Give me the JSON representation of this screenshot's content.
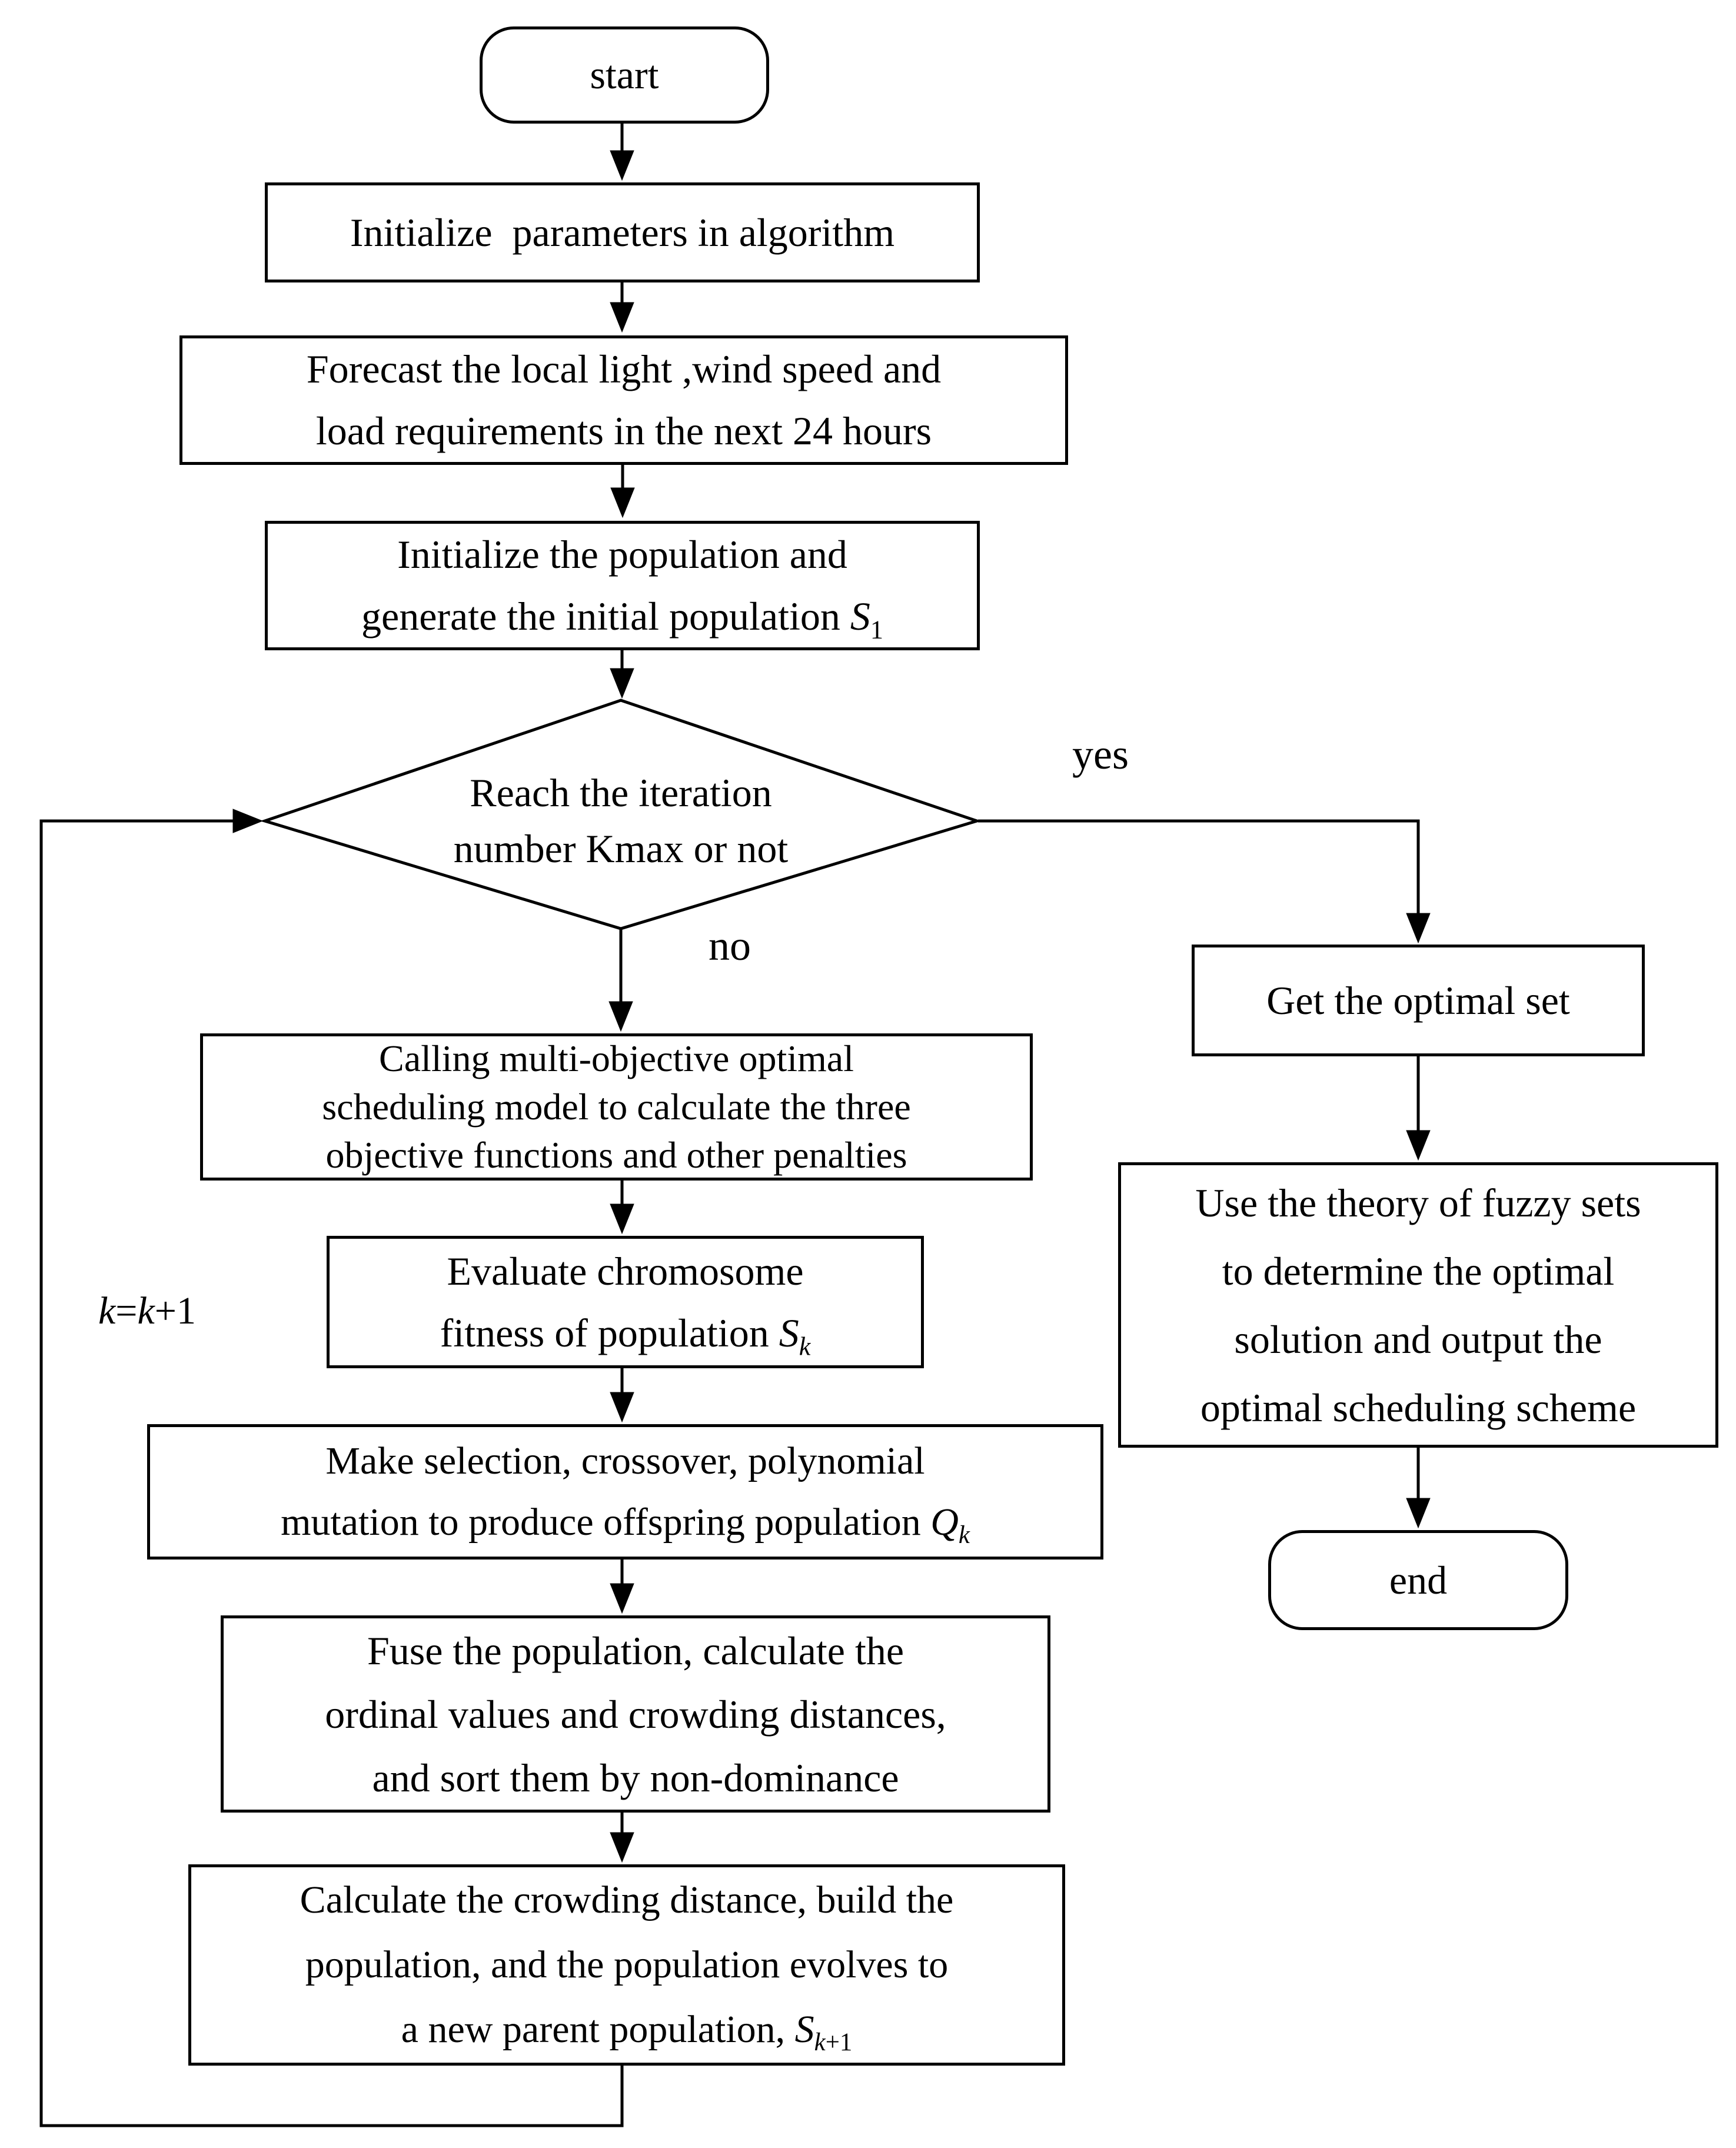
{
  "flowchart": {
    "colors": {
      "background": "#ffffff",
      "line": "#000000",
      "text": "#000000"
    },
    "nodes": {
      "start": {
        "shape": "rounded",
        "label": [
          [
            {
              "t": "start"
            }
          ]
        ]
      },
      "init_params": {
        "shape": "rect",
        "label": [
          [
            {
              "t": "Initialize  parameters in algorithm"
            }
          ]
        ]
      },
      "forecast": {
        "shape": "rect",
        "label": [
          [
            {
              "t": "Forecast the local light ,wind speed and"
            }
          ],
          [
            {
              "t": "load requirements in the next 24 hours"
            }
          ]
        ]
      },
      "init_population": {
        "shape": "rect",
        "label": [
          [
            {
              "t": "Initialize the population and"
            }
          ],
          [
            {
              "t": "generate the initial population "
            },
            {
              "t": "S",
              "i": true
            },
            {
              "t": "1",
              "sub": true
            }
          ]
        ]
      },
      "iteration_check": {
        "shape": "diamond",
        "label": [
          [
            {
              "t": "Reach the iteration"
            }
          ],
          [
            {
              "t": "number Kmax or not"
            }
          ]
        ]
      },
      "calling_model": {
        "shape": "rect",
        "label": [
          [
            {
              "t": "Calling multi-objective optimal"
            }
          ],
          [
            {
              "t": "scheduling model to calculate the three"
            }
          ],
          [
            {
              "t": "objective functions and other penalties"
            }
          ]
        ]
      },
      "evaluate_fitness": {
        "shape": "rect",
        "label": [
          [
            {
              "t": "Evaluate chromosome"
            }
          ],
          [
            {
              "t": "fitness of population "
            },
            {
              "t": "S",
              "i": true
            },
            {
              "t": "k",
              "i": true,
              "sub": true
            }
          ]
        ]
      },
      "make_selection": {
        "shape": "rect",
        "label": [
          [
            {
              "t": "Make selection, crossover, polynomial"
            }
          ],
          [
            {
              "t": "mutation to produce offspring population "
            },
            {
              "t": "Q",
              "i": true
            },
            {
              "t": "k",
              "i": true,
              "sub": true
            }
          ]
        ]
      },
      "fuse_population": {
        "shape": "rect",
        "label": [
          [
            {
              "t": "Fuse the population, calculate the"
            }
          ],
          [
            {
              "t": "ordinal values and crowding distances,"
            }
          ],
          [
            {
              "t": "and sort them by non-dominance"
            }
          ]
        ]
      },
      "crowding_distance": {
        "shape": "rect",
        "label": [
          [
            {
              "t": "Calculate the crowding distance, build the"
            }
          ],
          [
            {
              "t": "population, and the population evolves to"
            }
          ],
          [
            {
              "t": "a new parent population, "
            },
            {
              "t": "S",
              "i": true
            },
            {
              "t": "k",
              "i": true,
              "sub": true
            },
            {
              "t": "+1",
              "sub": true
            }
          ]
        ]
      },
      "get_optimal_set": {
        "shape": "rect",
        "label": [
          [
            {
              "t": "Get the optimal set"
            }
          ]
        ]
      },
      "fuzzy_sets": {
        "shape": "rect",
        "label": [
          [
            {
              "t": "Use the theory of fuzzy sets"
            }
          ],
          [
            {
              "t": "to determine the optimal"
            }
          ],
          [
            {
              "t": "solution and output the"
            }
          ],
          [
            {
              "t": "optimal scheduling scheme"
            }
          ]
        ]
      },
      "end": {
        "shape": "rounded",
        "label": [
          [
            {
              "t": "end"
            }
          ]
        ]
      }
    },
    "edge_labels": {
      "yes": "yes",
      "no": "no",
      "loop_counter": [
        [
          {
            "t": "k",
            "i": true
          },
          {
            "t": "="
          },
          {
            "t": "k",
            "i": true
          },
          {
            "t": "+1"
          }
        ]
      ]
    }
  }
}
